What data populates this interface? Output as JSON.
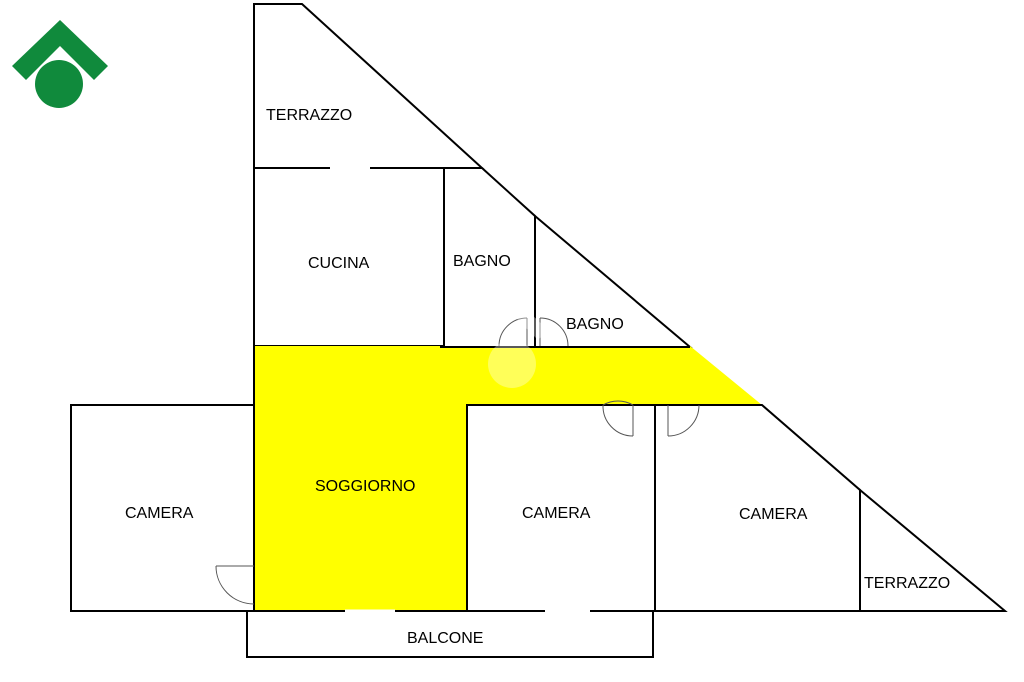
{
  "rooms": {
    "terrazzo_top": "TERRAZZO",
    "cucina": "CUCINA",
    "bagno_1": "BAGNO",
    "bagno_2": "BAGNO",
    "soggiorno": "SOGGIORNO",
    "camera_left": "CAMERA",
    "camera_center": "CAMERA",
    "camera_right": "CAMERA",
    "terrazzo_right": "TERRAZZO",
    "balcone": "BALCONE"
  },
  "colors": {
    "terrazzo": "#b07400",
    "cucina": "#ffc800",
    "bagno": "#d8eafc",
    "soggiorno": "#ffff00",
    "camera": "#ffd3df",
    "logo_green": "#108a3c"
  },
  "logo": {
    "icon": "house-circle-logo-icon"
  }
}
